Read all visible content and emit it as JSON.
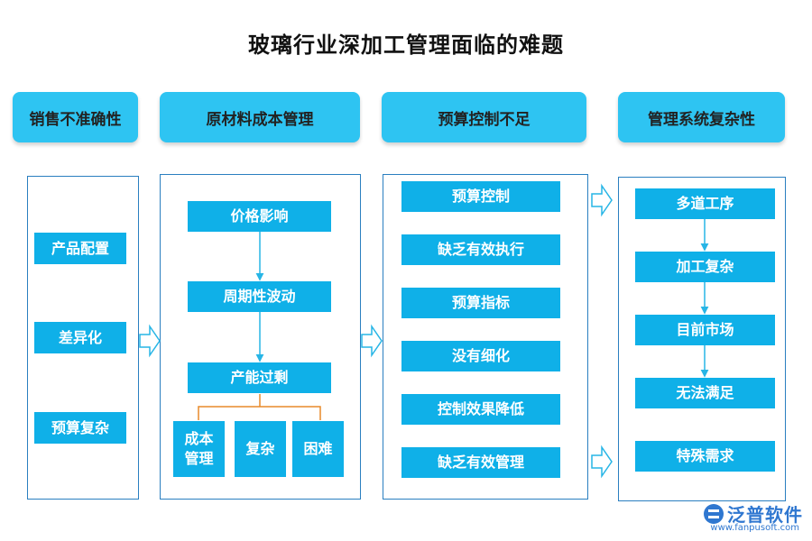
{
  "title": "玻璃行业深加工管理面临的难题",
  "headers": [
    "销售不准确性",
    "原材料成本管理",
    "预算控制不足",
    "管理系统复杂性"
  ],
  "col1": [
    "产品配置",
    "差异化",
    "预算复杂"
  ],
  "col2": {
    "chain": [
      "价格影响",
      "周期性波动",
      "产能过剩"
    ],
    "sub": [
      "成本\n管理",
      "复杂",
      "困难"
    ]
  },
  "col3": [
    "预算控制",
    "缺乏有效执行",
    "预算指标",
    "没有细化",
    "控制效果降低",
    "缺乏有效管理"
  ],
  "col4": [
    "多道工序",
    "加工复杂",
    "目前市场",
    "无法满足",
    "特殊需求"
  ],
  "logo": {
    "name": "泛普软件",
    "url": "www.fanpusoft.com",
    "icon": "fanpu-logo-icon"
  },
  "colors": {
    "header": "#2ec4f2",
    "box": "#0fb0e8",
    "border": "#2a7fc0",
    "arrow": "#27b5e6"
  }
}
